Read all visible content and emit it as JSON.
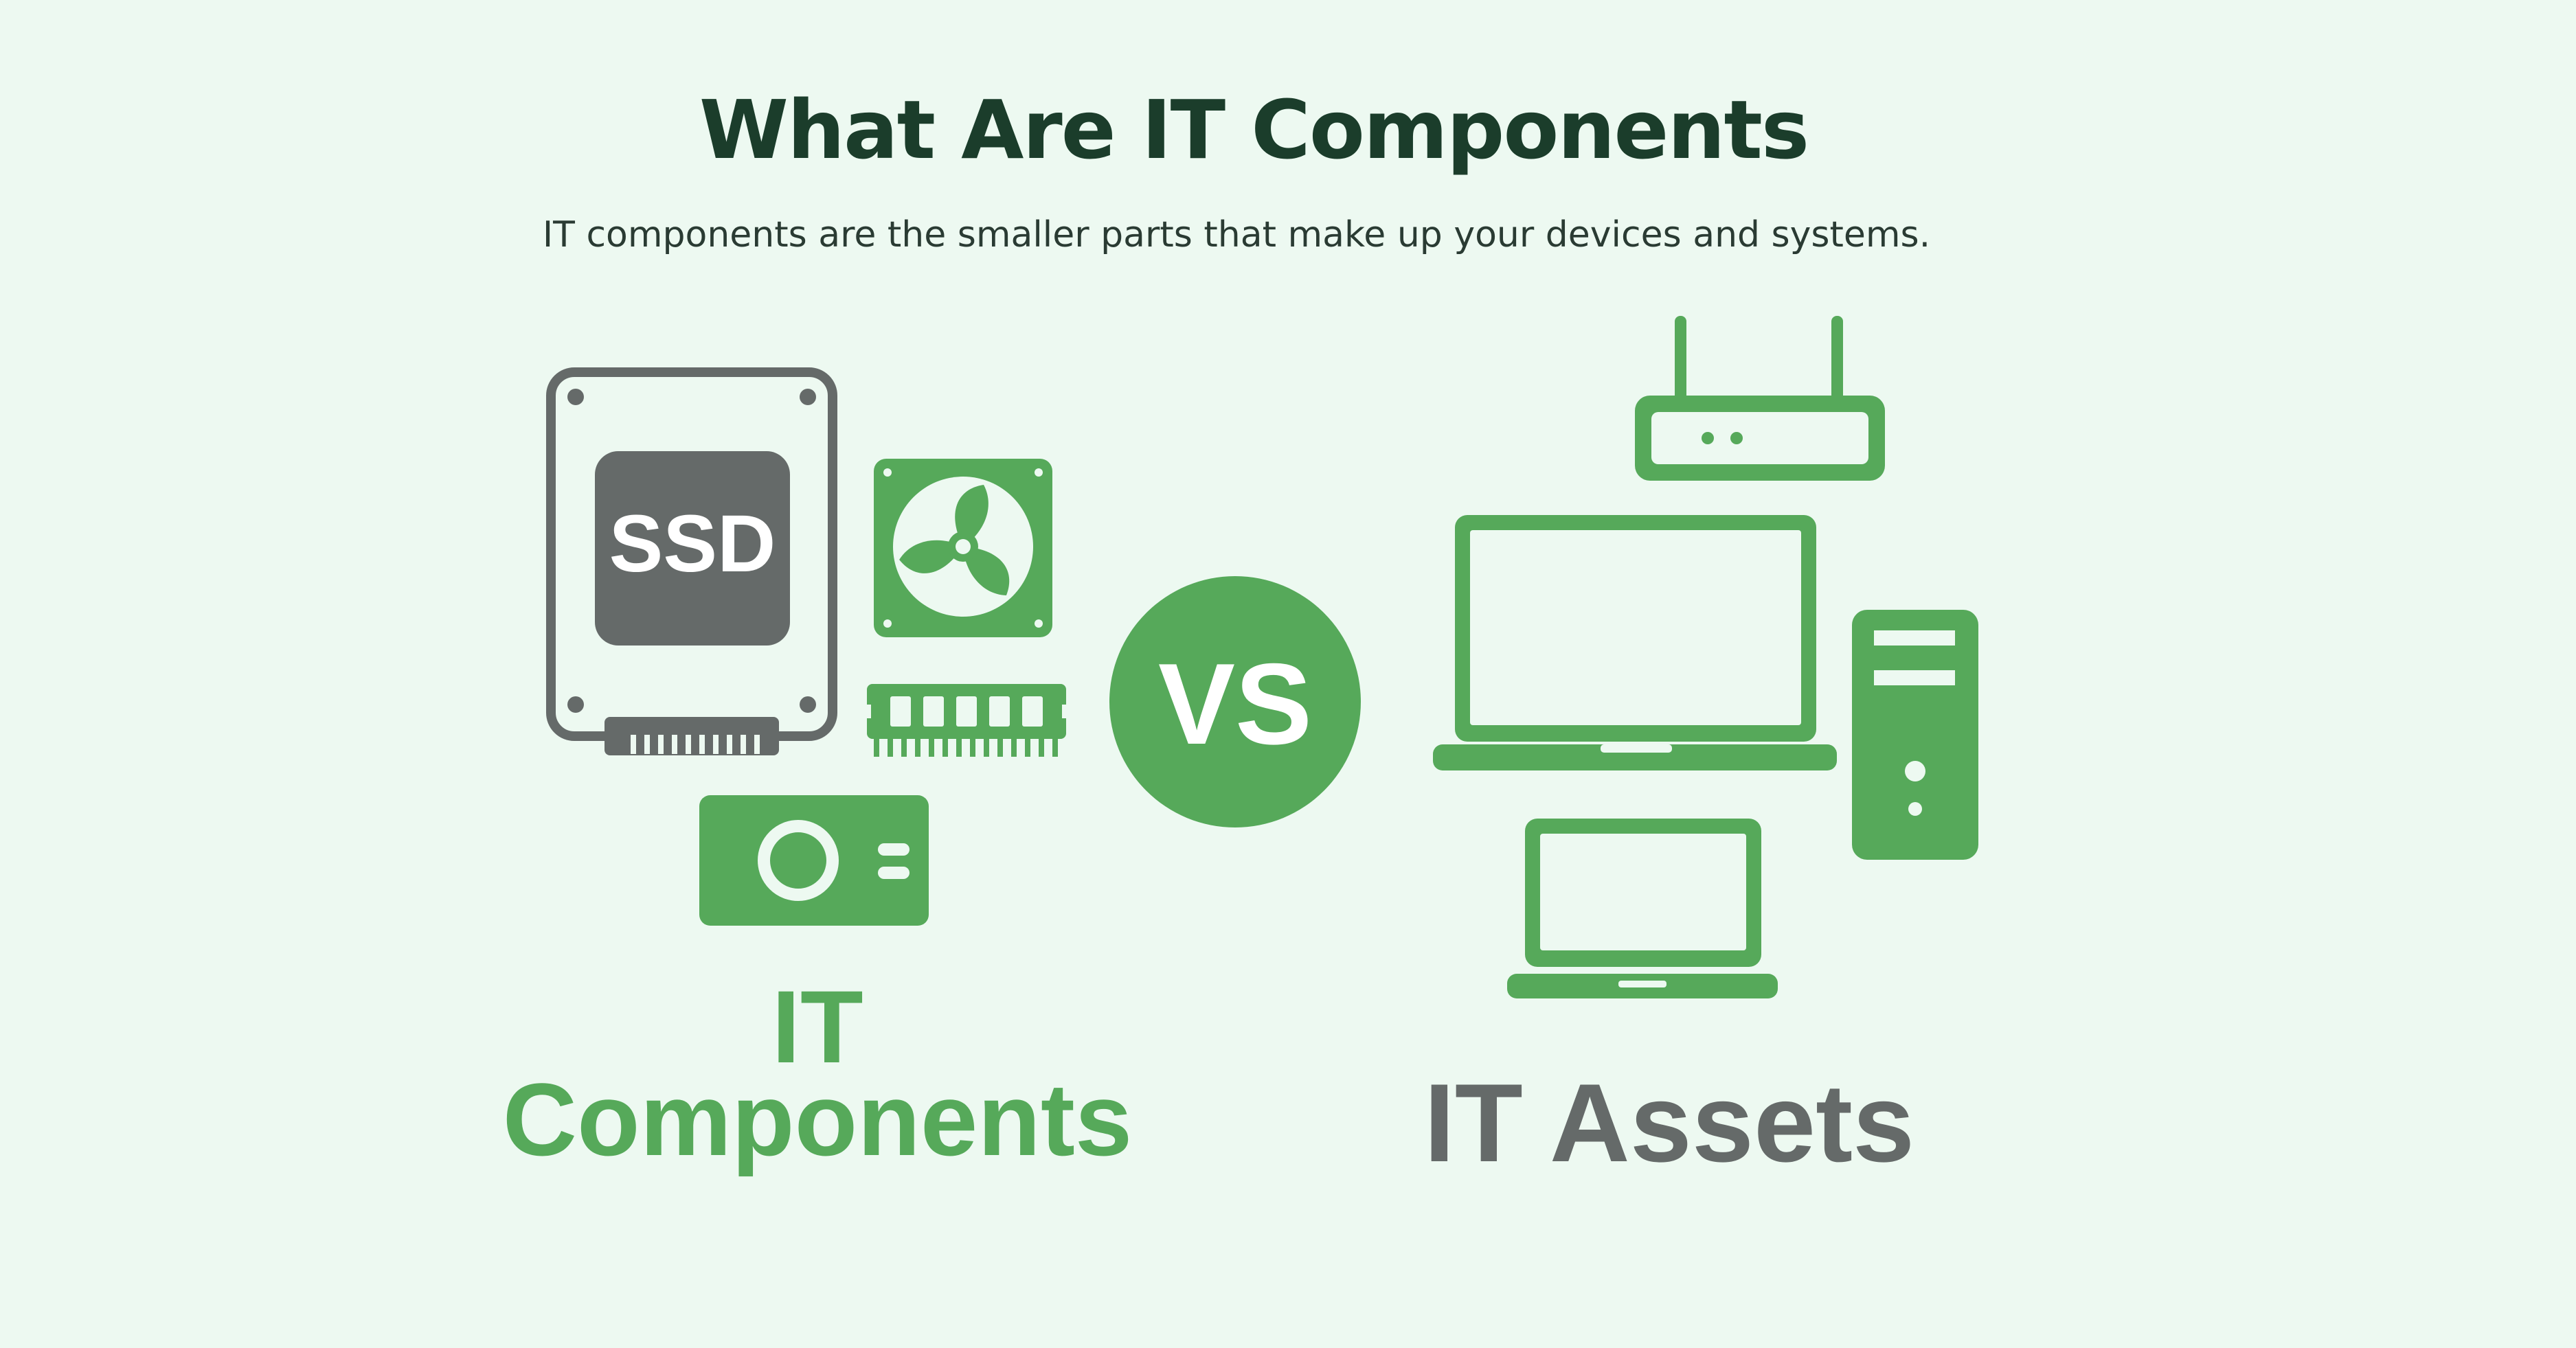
{
  "title": "What Are IT Components",
  "subtitle": "IT components are the smaller parts that make up your devices and systems.",
  "ssd_label": "SSD",
  "vs_label": "VS",
  "left_label": {
    "line1": "IT",
    "line2": "Components"
  },
  "right_label": "IT Assets",
  "colors": {
    "background": "#edf9f1",
    "title": "#1b3d2b",
    "green": "#56a95a",
    "gray": "#656a69"
  },
  "left_icons": [
    "ssd-drive-icon",
    "fan-icon",
    "ram-module-icon",
    "gpu-card-icon"
  ],
  "right_icons": [
    "router-icon",
    "laptop-icon",
    "desktop-tower-icon",
    "small-laptop-icon"
  ]
}
